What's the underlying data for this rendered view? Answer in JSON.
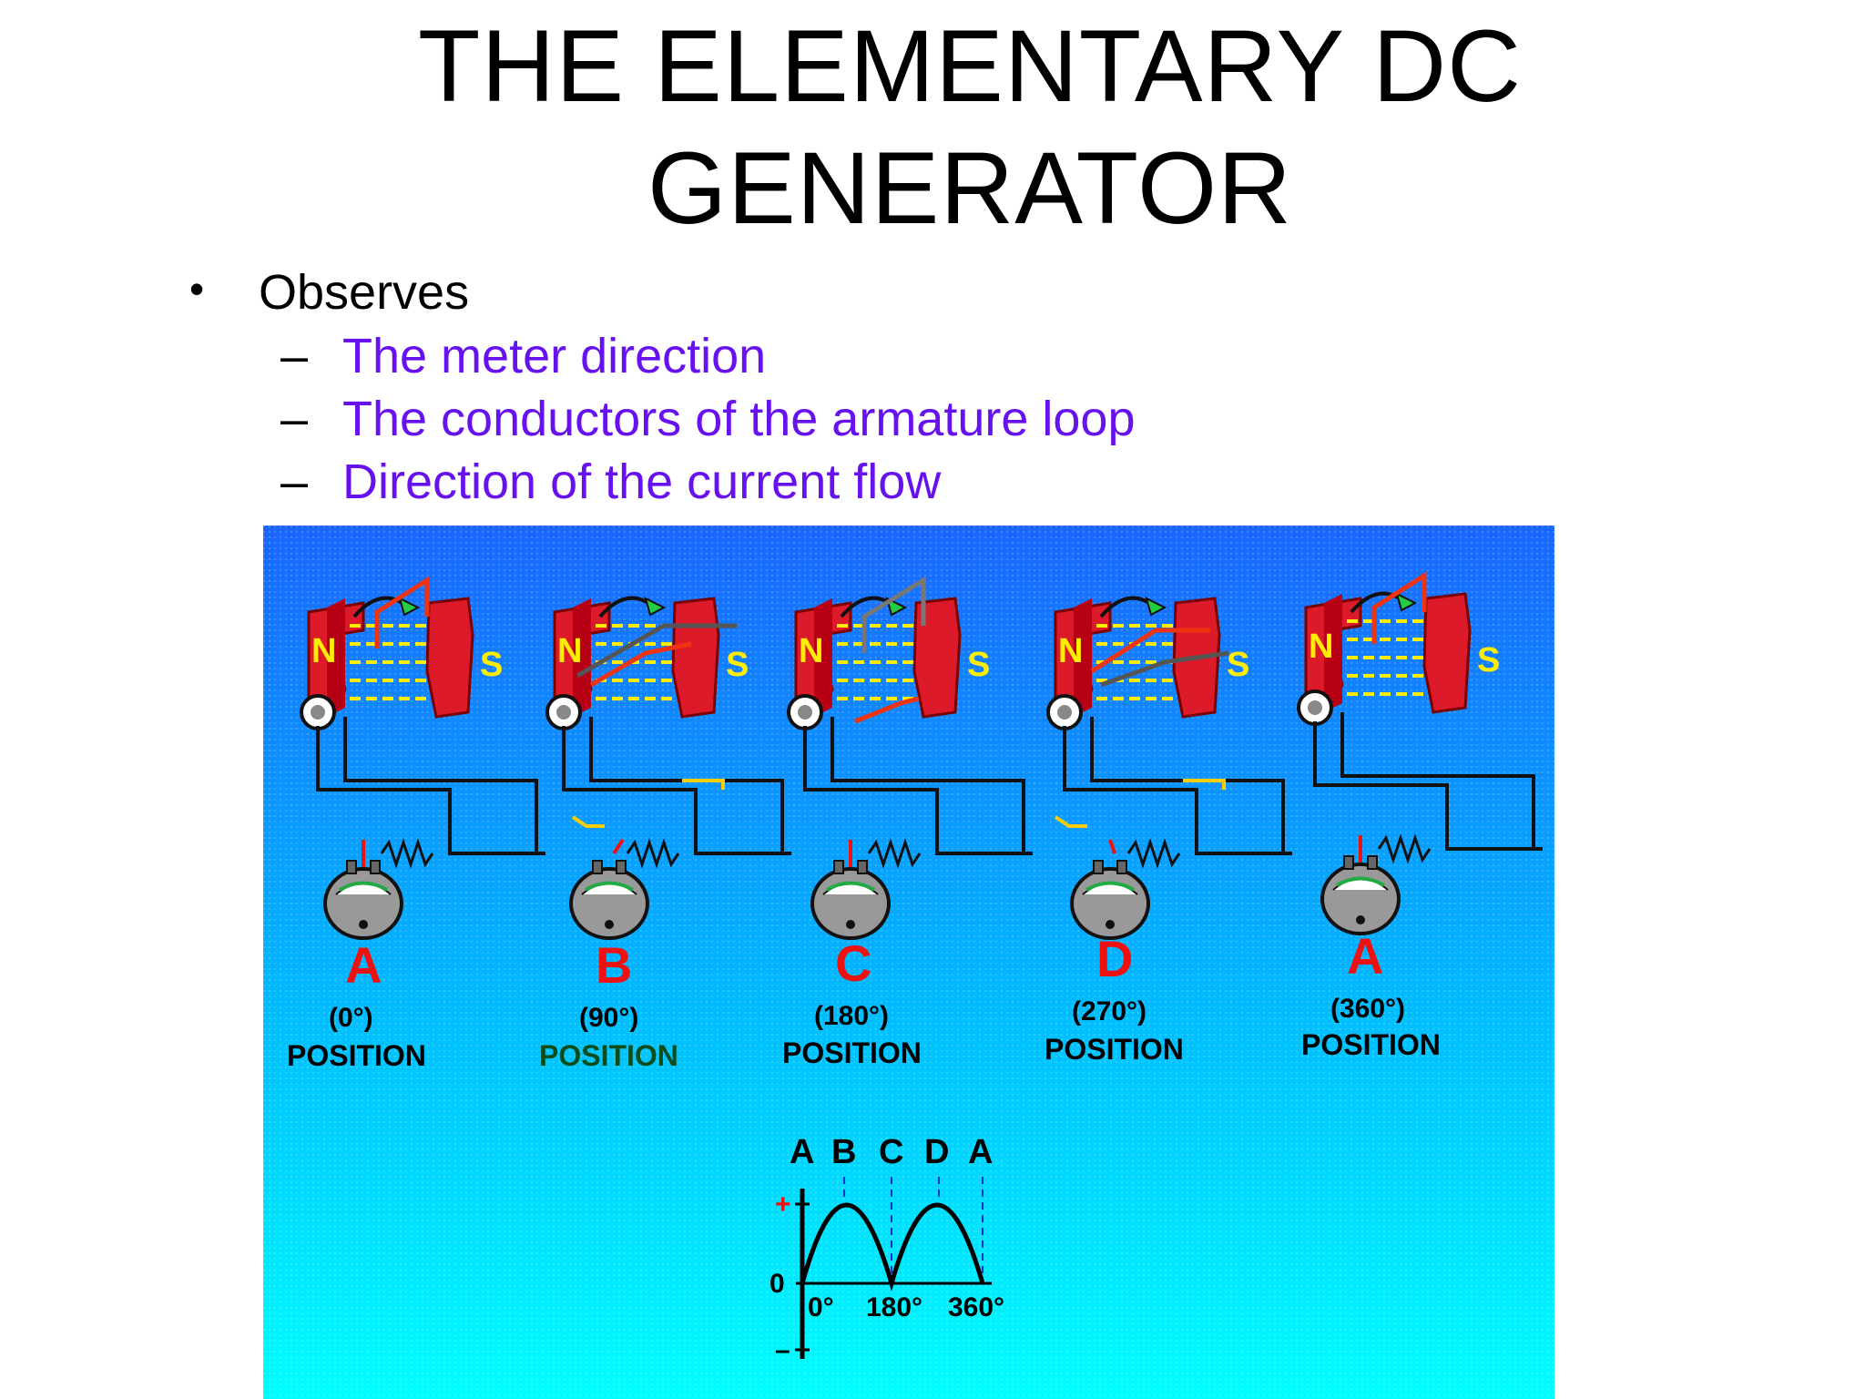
{
  "title_line1": "THE ELEMENTARY DC",
  "title_line2": "GENERATOR",
  "bullet": {
    "symbol": "•",
    "text": "Observes"
  },
  "sub_items": [
    {
      "dash": "–",
      "text": "The meter direction"
    },
    {
      "dash": "–",
      "text": "The conductors of the armature loop"
    },
    {
      "dash": "–",
      "text": "Direction of the current flow"
    }
  ],
  "diagram": {
    "poles": {
      "north": "N",
      "south": "S"
    },
    "positions": [
      {
        "letter": "A",
        "angle": "(0°)",
        "label": "POSITION",
        "label_color": "#000000"
      },
      {
        "letter": "B",
        "angle": "(90°)",
        "label": "POSITION",
        "label_color": "#0d4d1a"
      },
      {
        "letter": "C",
        "angle": "(180°)",
        "label": "POSITION",
        "label_color": "#000000"
      },
      {
        "letter": "D",
        "angle": "(270°)",
        "label": "POSITION",
        "label_color": "#000000"
      },
      {
        "letter": "A",
        "angle": "(360°)",
        "label": "POSITION",
        "label_color": "#000000"
      }
    ],
    "graph": {
      "top_labels": [
        "A",
        "B",
        "C",
        "D",
        "A"
      ],
      "plus": "+",
      "zero": "0",
      "minus": "–",
      "x_ticks": [
        "0°",
        "180°",
        "360°"
      ]
    }
  },
  "colors": {
    "title": "#000000",
    "sub_text": "#6611ee",
    "bg_top": "#1a66ff",
    "bg_bottom": "#00ffff",
    "magnet": "#dd1a2a",
    "letter_red": "#ee1111"
  }
}
